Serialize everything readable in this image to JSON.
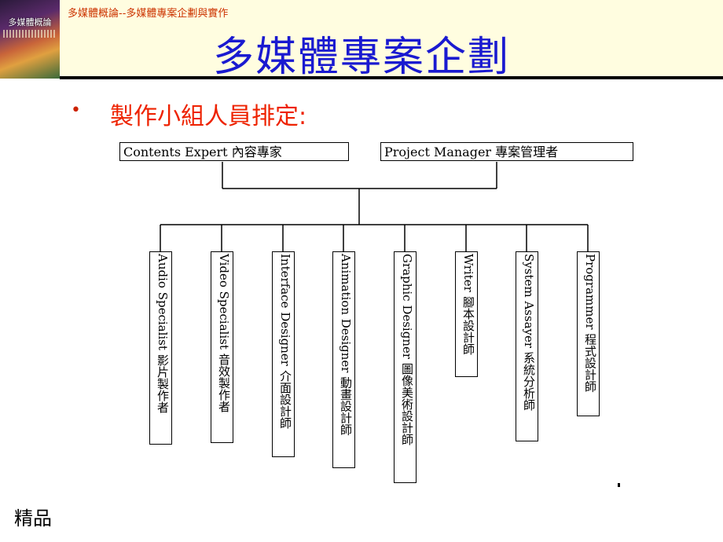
{
  "header": {
    "thumb_text": "多媒體概論",
    "breadcrumb": "多媒體概論--多媒體專案企劃與實作"
  },
  "title": "多媒體專案企劃",
  "subtitle": "製作小組人員排定:",
  "bullet": "•",
  "org_chart": {
    "top": [
      "Contents Expert 內容專家",
      "Project Manager 專案管理者"
    ],
    "roles": [
      "Audio Specialist 影片製作者",
      "Video Specialist 音效製作者",
      "Interface Designer 介面設計師",
      "Animation Designer 動畫設計師",
      "Graphic Designer 圖像美術設計師",
      "Writer 腳本設計師",
      "System Assayer 系統分析師",
      "Programmer 程式設計師"
    ]
  },
  "footer": "精品",
  "colors": {
    "title": "#1a1ad0",
    "subtitle": "#ee2200",
    "header_bg": "#fffde0",
    "breadcrumb": "#cc3300"
  }
}
